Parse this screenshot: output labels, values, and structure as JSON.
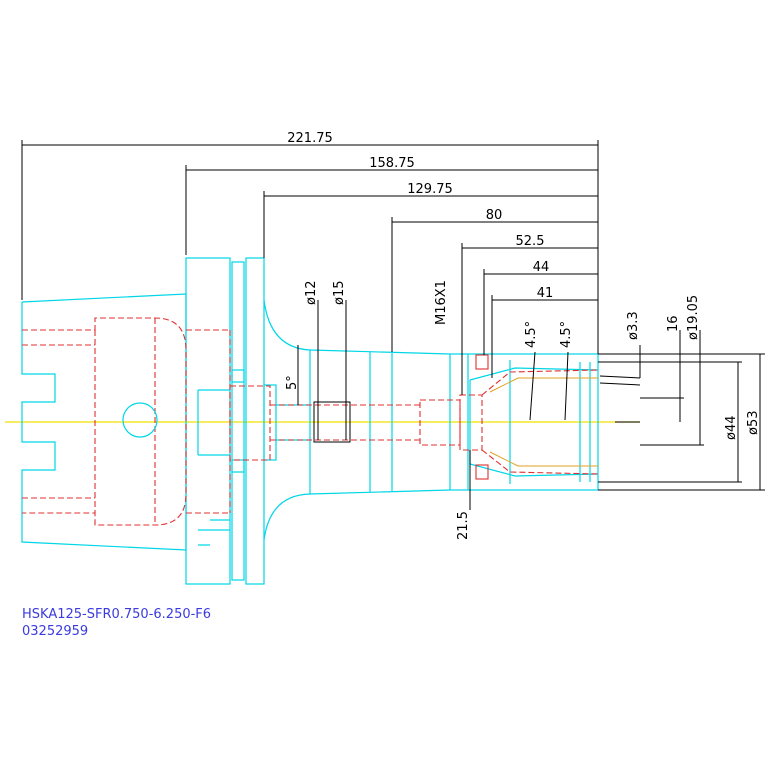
{
  "drawing": {
    "part_number": "HSKA125-SFR0.750-6.250-F6",
    "drawing_id": "03252959",
    "dimensions": {
      "overall_length": "221.75",
      "length_flange": "158.75",
      "length_body": "129.75",
      "length_nose": "80",
      "length_collet": "52.5",
      "length_bore": "44",
      "length_bore_inner": "41",
      "dia_12": "ø12",
      "dia_15": "ø15",
      "thread": "M16X1",
      "angle_outer": "4.5°",
      "angle_inner": "4.5°",
      "angle_5": "5°",
      "dia_3_3": "ø3.3",
      "depth_16": "16",
      "dia_19_05": "ø19.05",
      "dia_44": "ø44",
      "dia_53": "ø53",
      "depth_21_5": "21.5"
    },
    "colors": {
      "outline": "#00d6e6",
      "hidden": "#e03030",
      "centerline": "#f0e000",
      "dimension": "#000000",
      "label": "#3a3ae0"
    }
  }
}
